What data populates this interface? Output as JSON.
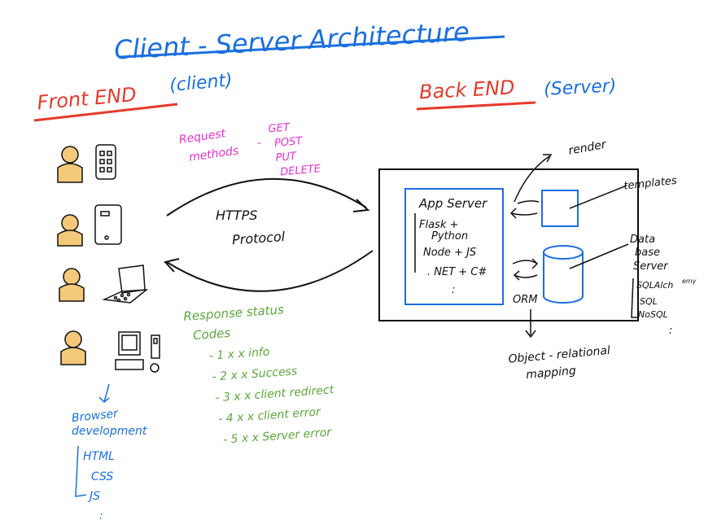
{
  "title": "Client - Server Architecture",
  "frontend": {
    "heading": "Front END",
    "subheading": "(client)",
    "browser_label_1": "Browser",
    "browser_label_2": "development",
    "techs": [
      "HTML",
      "CSS",
      "JS",
      ":"
    ]
  },
  "backend": {
    "heading": "Back END",
    "subheading": "(Server)",
    "app_server": "App Server",
    "stacks": [
      "Flask +",
      "Python",
      "Node + JS",
      ". NET + C#",
      ":"
    ],
    "render": "render",
    "templates": "templates",
    "database_label": [
      "Data",
      "base",
      "Server"
    ],
    "db_types": [
      "SQLAlch",
      "emy",
      "SQL",
      "NoSQL",
      ":"
    ],
    "orm": "ORM",
    "orm_expansion": [
      "Object - relational",
      "mapping"
    ]
  },
  "protocol": {
    "line1": "HTTPS",
    "line2": "Protocol"
  },
  "request": {
    "label_1": "Request",
    "label_2": "methods",
    "dash": "-",
    "methods": [
      "GET",
      "POST",
      "PUT",
      "DELETE"
    ]
  },
  "response": {
    "label_1": "Response status",
    "label_2": "Codes",
    "codes": [
      "- 1 x x  info",
      "- 2 x x  Success",
      "- 3 x x  client redirect",
      "- 4 x x  client error",
      "- 5 x x  Server error"
    ]
  },
  "colors": {
    "title": "#1a6fe0",
    "headings": "#e53a2a",
    "subheadings": "#1a6fe0",
    "request": "#e52fd6",
    "response": "#5aa83a",
    "person_fill": "#f5c97a",
    "ink": "#111111"
  },
  "icons": [
    "person-icon",
    "mobile-phone-icon",
    "tablet-icon",
    "laptop-icon",
    "desktop-computer-icon"
  ]
}
